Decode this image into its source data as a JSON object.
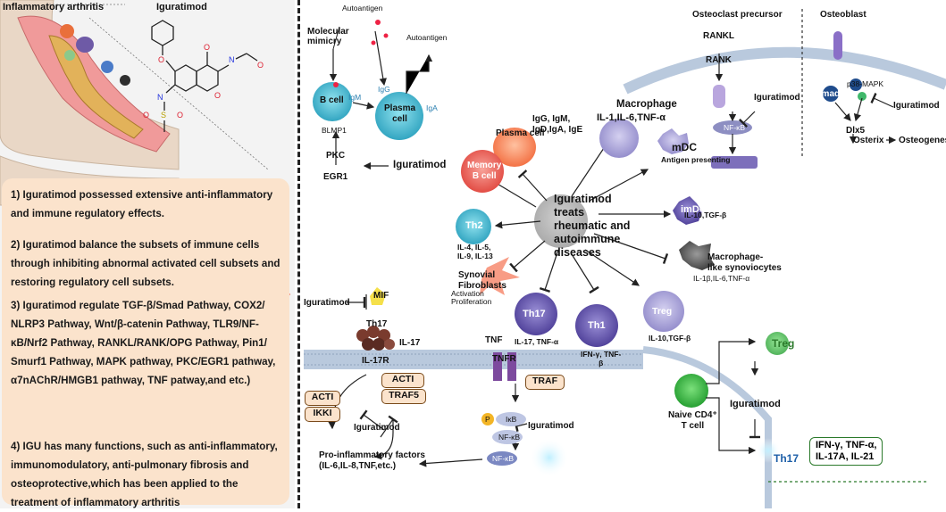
{
  "left": {
    "title_disease": "Inflammatory arthritis",
    "title_drug": "Iguratimod",
    "paragraphs": [
      "1) Iguratimod possessed extensive anti-inflammatory and immune regulatory effects.",
      "2) Iguratimod balance the subsets of immune cells through inhibiting abnormal activated cell subsets and restoring regulatory cell subsets.",
      "3) Iguratimod regulate TGF-β/Smad Pathway, COX2/ NLRP3 Pathway, Wnt/β-catenin Pathway, TLR9/NF-κB/Nrf2 Pathway, RANKL/RANK/OPG Pathway, Pin1/ Smurf1 Pathway, MAPK pathway, PKC/EGR1 pathway, α7nAChR/HMGB1 pathway, TNF patway,and etc.)",
      "4) IGU has many functions, such as anti-inflammatory, immunomodulatory, anti-pulmonary fibrosis and osteoprotective,which has been applied to the treatment of inflammatory arthritis"
    ]
  },
  "bcell": {
    "molecular_mimicry": "Molecular\nmimicry",
    "autoantigen_1": "Autoantigen",
    "autoantigen_2": "Autoantigen",
    "b_cell": "B cell",
    "plasma_cell": "Plasma\ncell",
    "igm": "IgM",
    "igg": "IgG",
    "iga": "IgA",
    "blmp1": "BLMP1",
    "pkc": "PKC",
    "egr1": "EGR1",
    "iguratimod": "Iguratimod"
  },
  "center": {
    "text": "Iguratimod\ntreats\nrheumatic and\nautoimmune\ndiseases",
    "plasma_cell": "Plasma cell",
    "ig_list": "IgG, IgM,\nIgD,IgA, IgE",
    "macrophage": "Macrophage",
    "macrophage_cytokines": "IL-1,IL-6,TNF-α",
    "mdc": "mDC",
    "mdc_note": "Antigen presenting",
    "memory_b": "Memory\nB cell",
    "th2": "Th2",
    "th2_cytokines": "IL-4, IL-5,\nIL-9, IL-13",
    "imdc": "imDC",
    "imdc_cytokines": "IL-10,TGF-β",
    "synoviocyte": "Macrophage-\nlike synoviocytes",
    "synoviocyte_cytokines": "IL-1β,IL-6,TNF-α",
    "synovial": "Synovial\nFibroblasts",
    "synovial_note": "Activation\nProliferation",
    "th17": "Th17",
    "th17_cytokines": "IL-17, TNF-α",
    "th1": "Th1",
    "th1_cytokines": "IFN-γ, TNF-\nβ",
    "treg": "Treg",
    "treg_cytokines": "IL-10,TGF-β"
  },
  "bone": {
    "osteoclast_precursor": "Osteoclast precursor",
    "osteoblast": "Osteoblast",
    "rankl": "RANKL",
    "rank": "RANK",
    "iguratimod_1": "Iguratimod",
    "nfkb": "NF-κB",
    "smad": "smad",
    "p38": "p38-MAPK",
    "iguratimod_2": "Iguratimod",
    "dlx5": "Dlx5",
    "osterix": "Osterix",
    "osteogenesis": "Osteogenesis"
  },
  "th17_pathway": {
    "iguratimod": "Iguratimod",
    "mif": "MIF",
    "th17": "Th17",
    "il17": "IL-17",
    "il17r": "IL-17R",
    "act1_a": "ACTI",
    "traf5": "TRAF5",
    "act1_b": "ACTI",
    "ikki": "IKKI",
    "iguratimod_2": "Iguratimod",
    "factors": "Pro-inflammatory factors\n(IL-6,IL-8,TNF,etc.)"
  },
  "tnf_pathway": {
    "tnf": "TNF",
    "tnfr": "TNFR",
    "traf": "TRAF",
    "p": "P",
    "ikb": "IκB",
    "nfkb": "NF-κB",
    "nfkb2": "NF-κB",
    "iguratimod": "Iguratimod"
  },
  "tcell": {
    "treg": "Treg",
    "naive": "Naive CD4⁺\nT cell",
    "iguratimod": "Iguratimod",
    "th17": "Th17",
    "cytokines": "IFN-γ, TNF-α,\nIL-17A, IL-21"
  },
  "colors": {
    "summary_bg": "#fbe3cc",
    "arrow_red": "#f0674f",
    "membrane": "#b9c9dd",
    "bcell": "#3fb3c9",
    "th_purple": "#5b4aa0"
  }
}
